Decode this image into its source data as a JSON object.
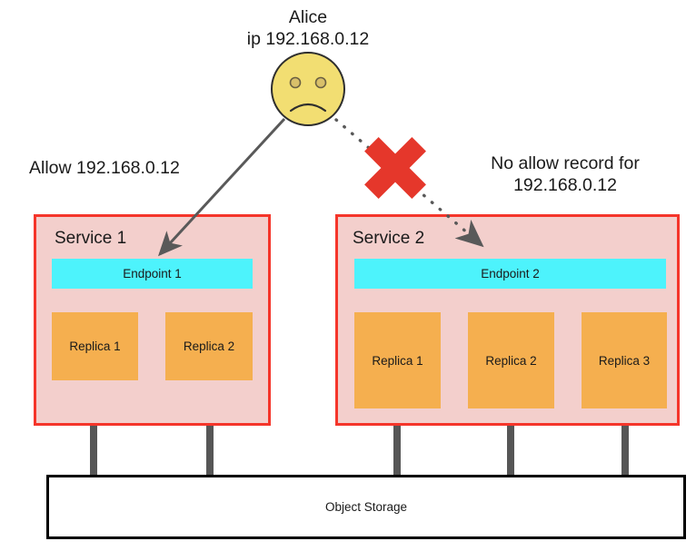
{
  "diagram": {
    "type": "architecture-diagram",
    "background": "#ffffff",
    "actor": {
      "name": "Alice",
      "ip_line": "ip 192.168.0.12",
      "face": "sad-face",
      "face_fill": "#F2DE72",
      "face_stroke": "#2E2E2E"
    },
    "annotations": {
      "allow": "Allow 192.168.0.12",
      "deny_line1": "No allow record for",
      "deny_line2": "192.168.0.12"
    },
    "blocked_marker": {
      "name": "red-x-mark",
      "color": "#E5372B"
    },
    "arrows": [
      {
        "name": "allowed-request-arrow",
        "style": "solid",
        "color": "#595959",
        "from": "Alice",
        "to": "Endpoint 1"
      },
      {
        "name": "blocked-request-arrow",
        "style": "dotted",
        "color": "#595959",
        "from": "Alice",
        "to": "Endpoint 2"
      }
    ],
    "services": [
      {
        "title": "Service 1",
        "border_color": "#F5352A",
        "fill": "#F3CFCC",
        "endpoint": {
          "label": "Endpoint 1",
          "fill": "#4DF3FC"
        },
        "replicas": [
          {
            "label": "Replica 1",
            "fill": "#F5AF4F"
          },
          {
            "label": "Replica 2",
            "fill": "#F5AF4F"
          }
        ]
      },
      {
        "title": "Service 2",
        "border_color": "#F5352A",
        "fill": "#F3CFCC",
        "endpoint": {
          "label": "Endpoint 2",
          "fill": "#4DF3FC"
        },
        "replicas": [
          {
            "label": "Replica 1",
            "fill": "#F5AF4F"
          },
          {
            "label": "Replica 2",
            "fill": "#F5AF4F"
          },
          {
            "label": "Replica 3",
            "fill": "#F5AF4F"
          }
        ]
      }
    ],
    "storage": {
      "label": "Object Storage",
      "border_color": "#000000",
      "fill": "#ffffff"
    },
    "connectors": {
      "name": "replica-storage-connector",
      "color": "#565656",
      "count": 5
    }
  }
}
